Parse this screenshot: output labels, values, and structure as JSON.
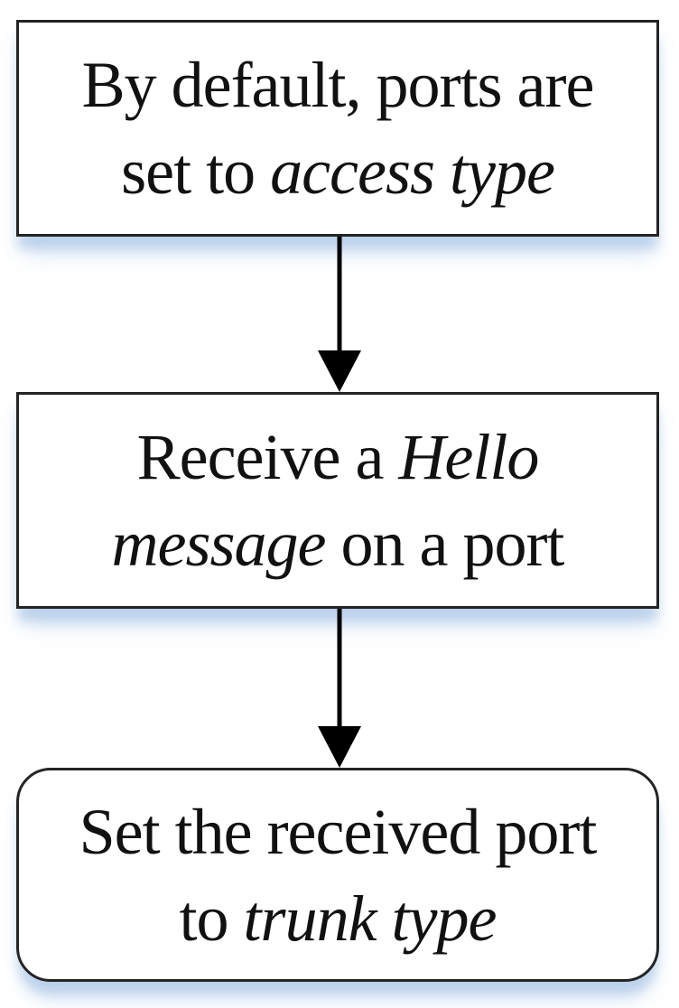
{
  "diagram": {
    "type": "flowchart",
    "direction": "down",
    "colors": {
      "node_border": "#242424",
      "node_fill": "#ffffff",
      "text": "#111111",
      "arrow": "#000000",
      "shadow_tint": "#9ebce0",
      "page_background": "#ffffff"
    },
    "nodes": [
      {
        "id": "default-access",
        "shape": "rectangle",
        "lines": [
          {
            "segments": [
              {
                "t": "By default, ports are",
                "italic": false
              }
            ]
          },
          {
            "segments": [
              {
                "t": "set to ",
                "italic": false
              },
              {
                "t": "access type",
                "italic": true
              }
            ]
          }
        ]
      },
      {
        "id": "receive-hello",
        "shape": "rectangle",
        "lines": [
          {
            "segments": [
              {
                "t": "Receive a ",
                "italic": false
              },
              {
                "t": "Hello",
                "italic": true
              }
            ]
          },
          {
            "segments": [
              {
                "t": "message",
                "italic": true
              },
              {
                "t": " on a port",
                "italic": false
              }
            ]
          }
        ]
      },
      {
        "id": "set-trunk",
        "shape": "rounded-rectangle",
        "lines": [
          {
            "segments": [
              {
                "t": "Set the received port",
                "italic": false
              }
            ]
          },
          {
            "segments": [
              {
                "t": "to ",
                "italic": false
              },
              {
                "t": "trunk type",
                "italic": true
              }
            ]
          }
        ]
      }
    ],
    "edges": [
      {
        "from": "default-access",
        "to": "receive-hello",
        "style": "solid-arrow-down"
      },
      {
        "from": "receive-hello",
        "to": "set-trunk",
        "style": "solid-arrow-down"
      }
    ]
  }
}
